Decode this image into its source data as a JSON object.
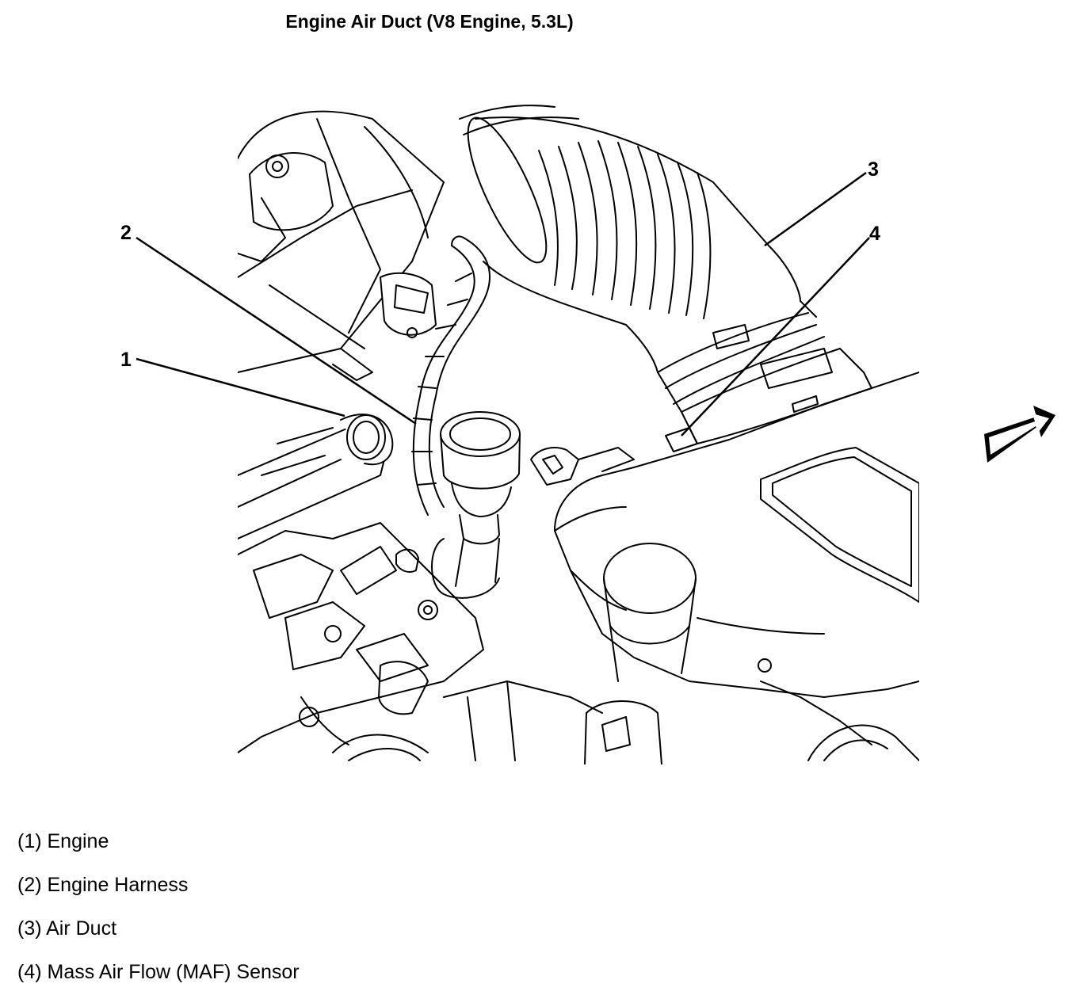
{
  "title": "Engine Air Duct (V8 Engine, 5.3L)",
  "diagram": {
    "callouts": [
      "1",
      "2",
      "3",
      "4"
    ],
    "direction_icon": "front-arrow-icon"
  },
  "legend": [
    {
      "text": "(1) Engine"
    },
    {
      "text": "(2) Engine Harness"
    },
    {
      "text": "(3) Air Duct"
    },
    {
      "text": "(4) Mass Air Flow (MAF) Sensor"
    }
  ]
}
